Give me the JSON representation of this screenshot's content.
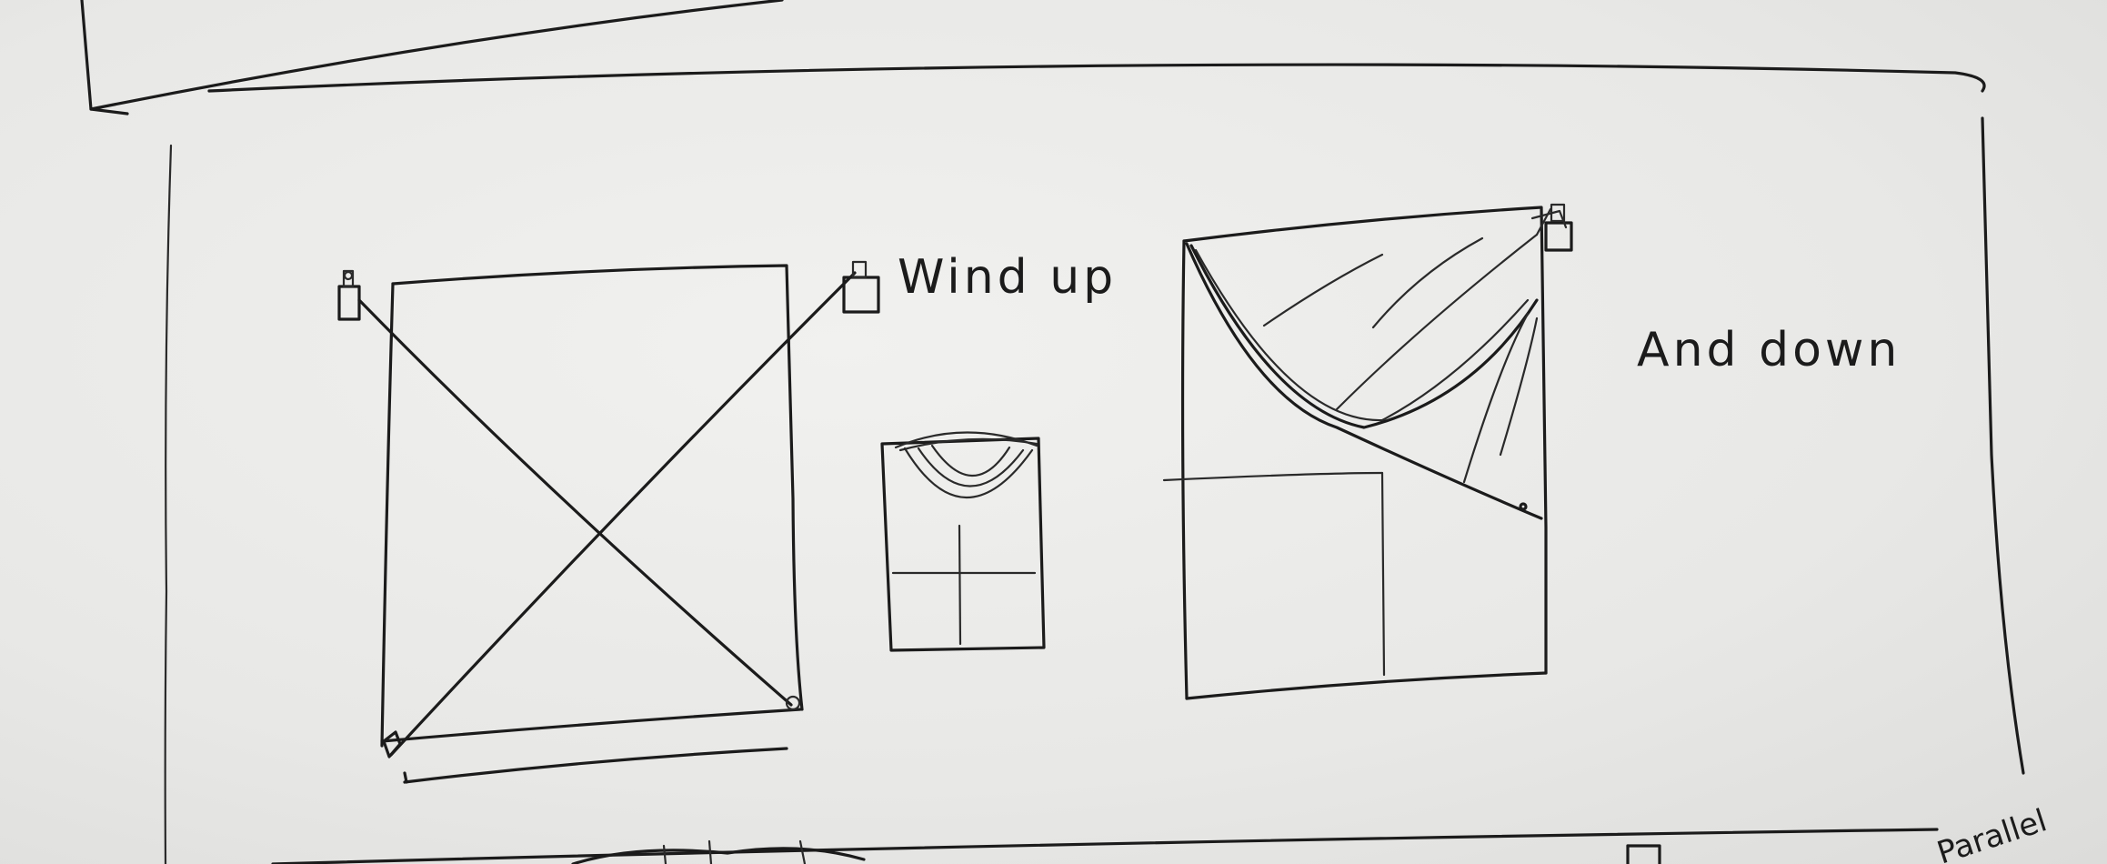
{
  "annotations": {
    "wind_up": "Wind up",
    "and_down": "And down",
    "parallel": "Parallel"
  },
  "colors": {
    "paper": "#ecece9",
    "ink": "#1b1b1b"
  }
}
